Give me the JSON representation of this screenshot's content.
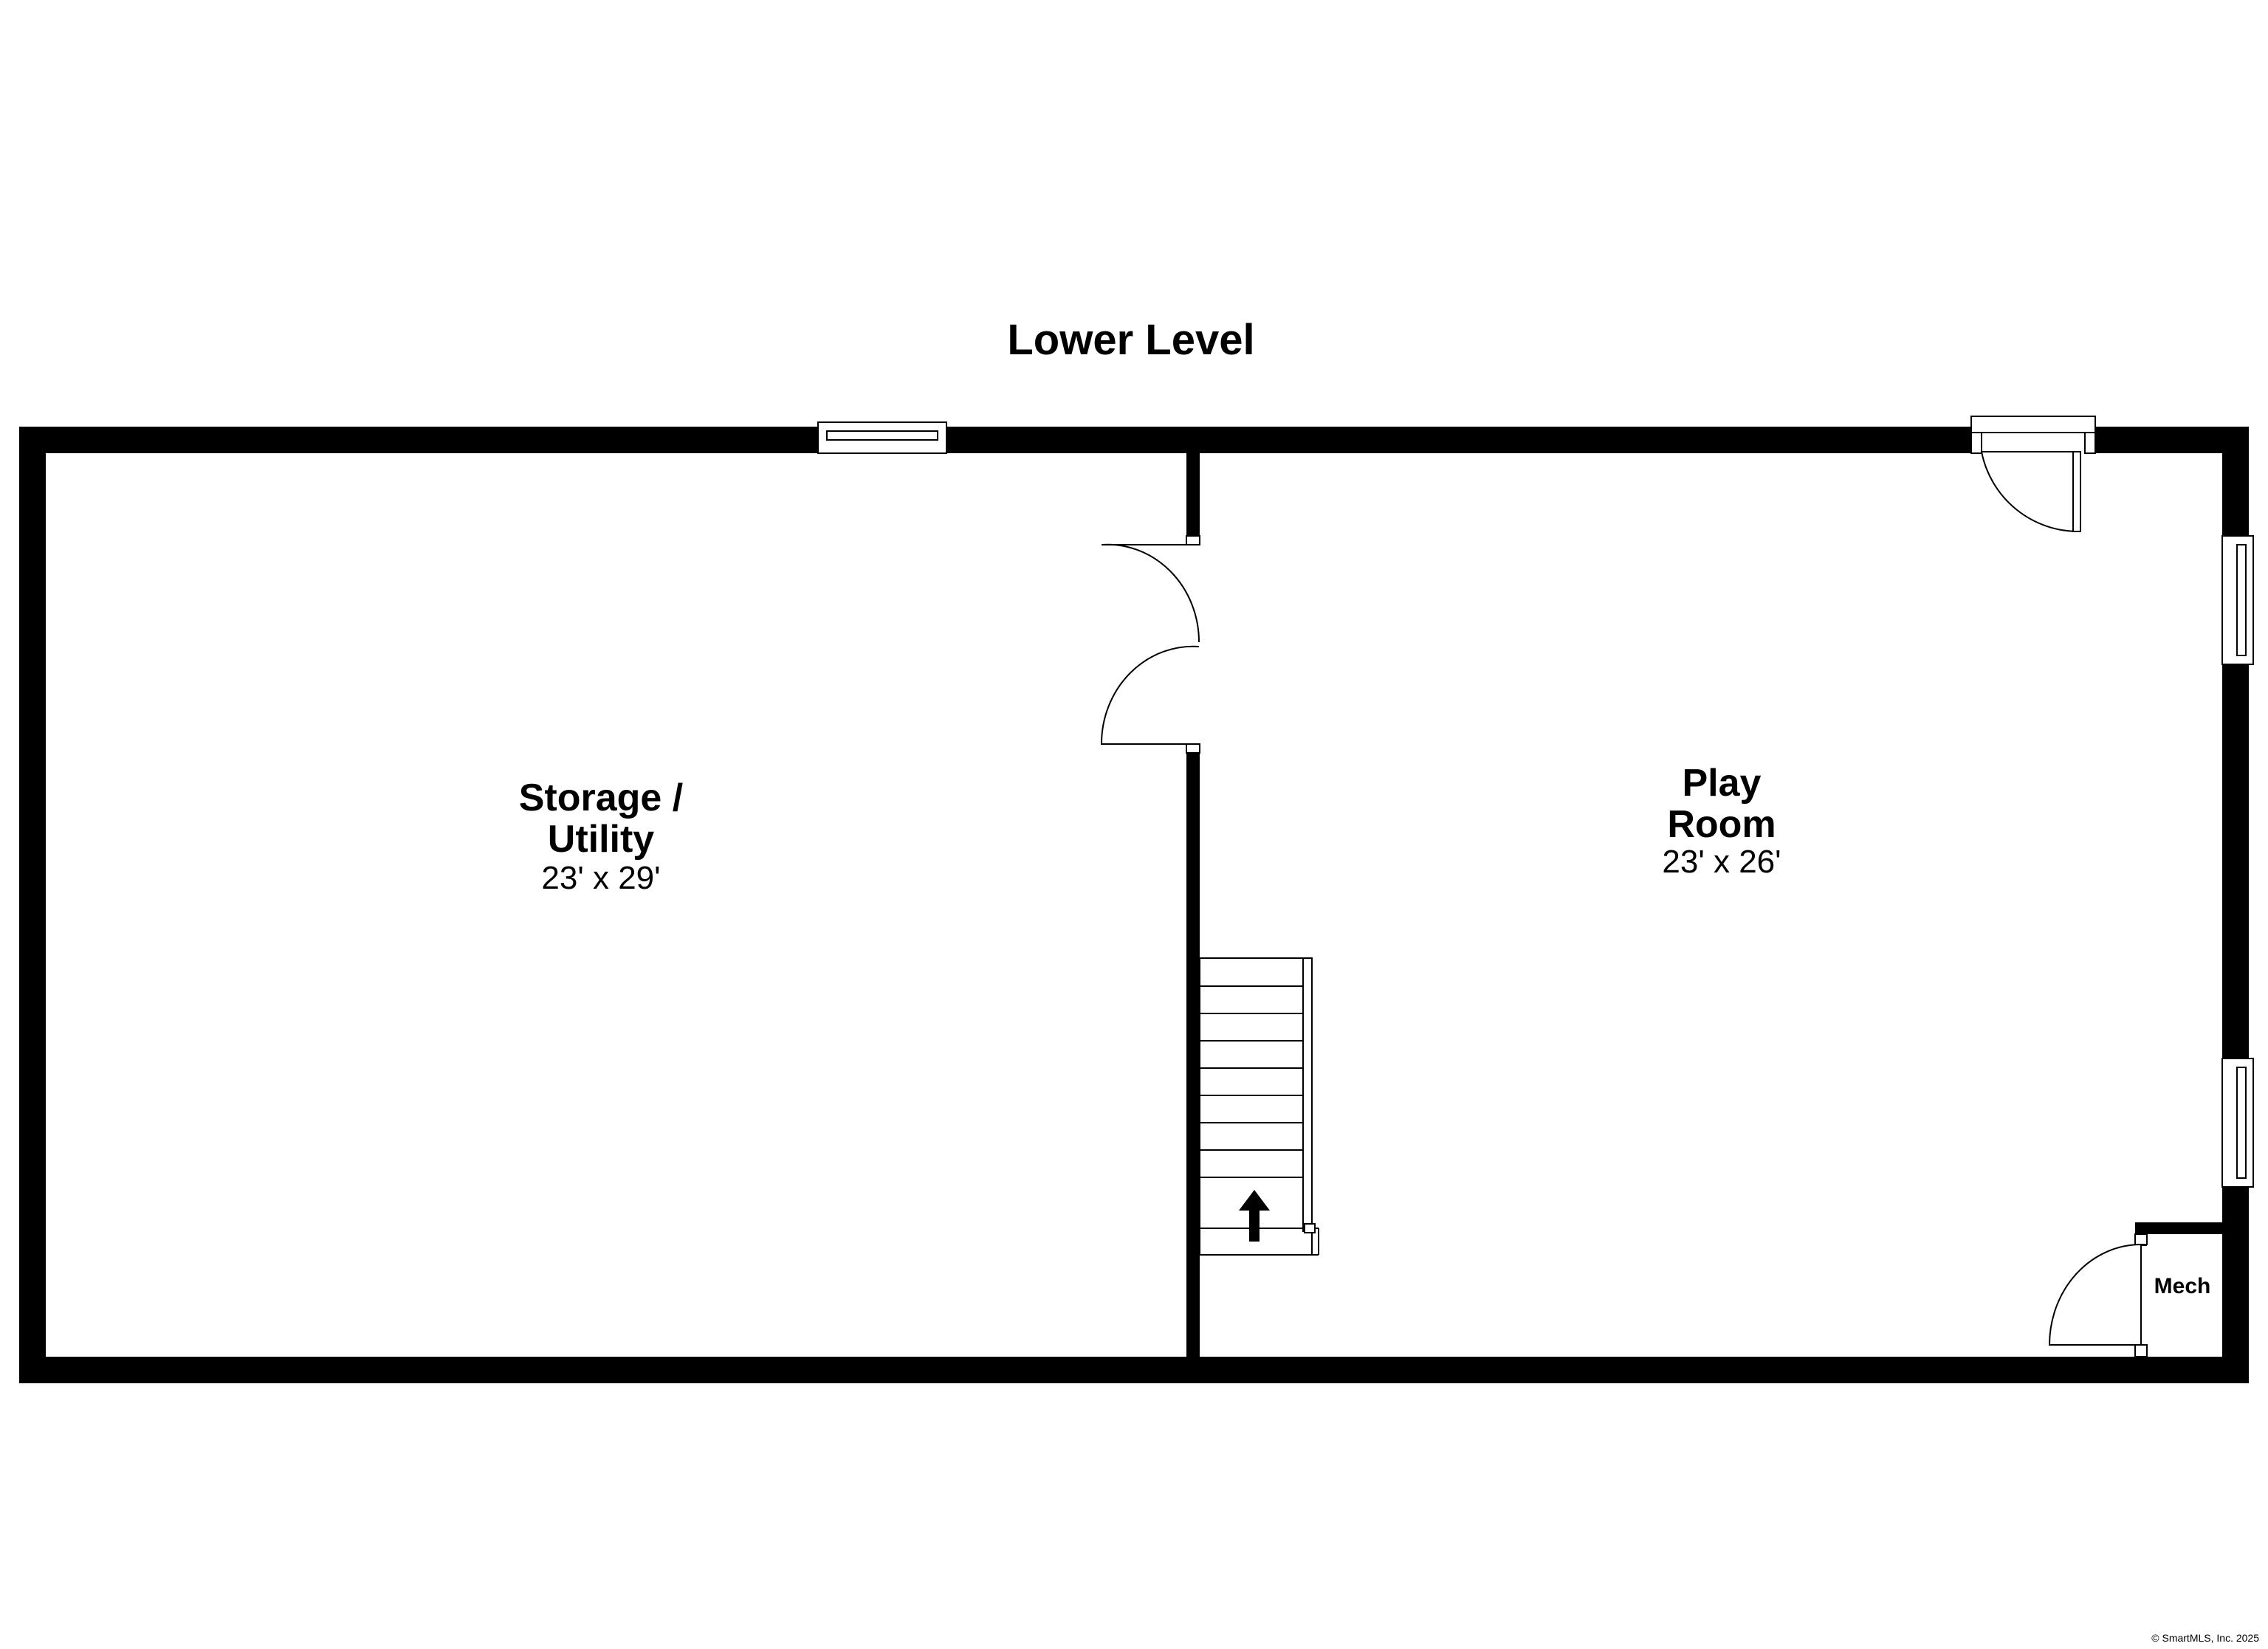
{
  "plan": {
    "title": "Lower Level",
    "footer": "© SmartMLS, Inc. 2025"
  },
  "rooms": {
    "storage": {
      "name_line1": "Storage /",
      "name_line2": "Utility",
      "dims": "23' x 29'"
    },
    "play": {
      "name_line1": "Play",
      "name_line2": "Room",
      "dims": "23' x 26'"
    },
    "mech": {
      "name": "Mech"
    }
  },
  "icons": {
    "stairs_direction": "arrow-up-icon"
  },
  "colors": {
    "wall": "#000000",
    "background": "#ffffff"
  }
}
